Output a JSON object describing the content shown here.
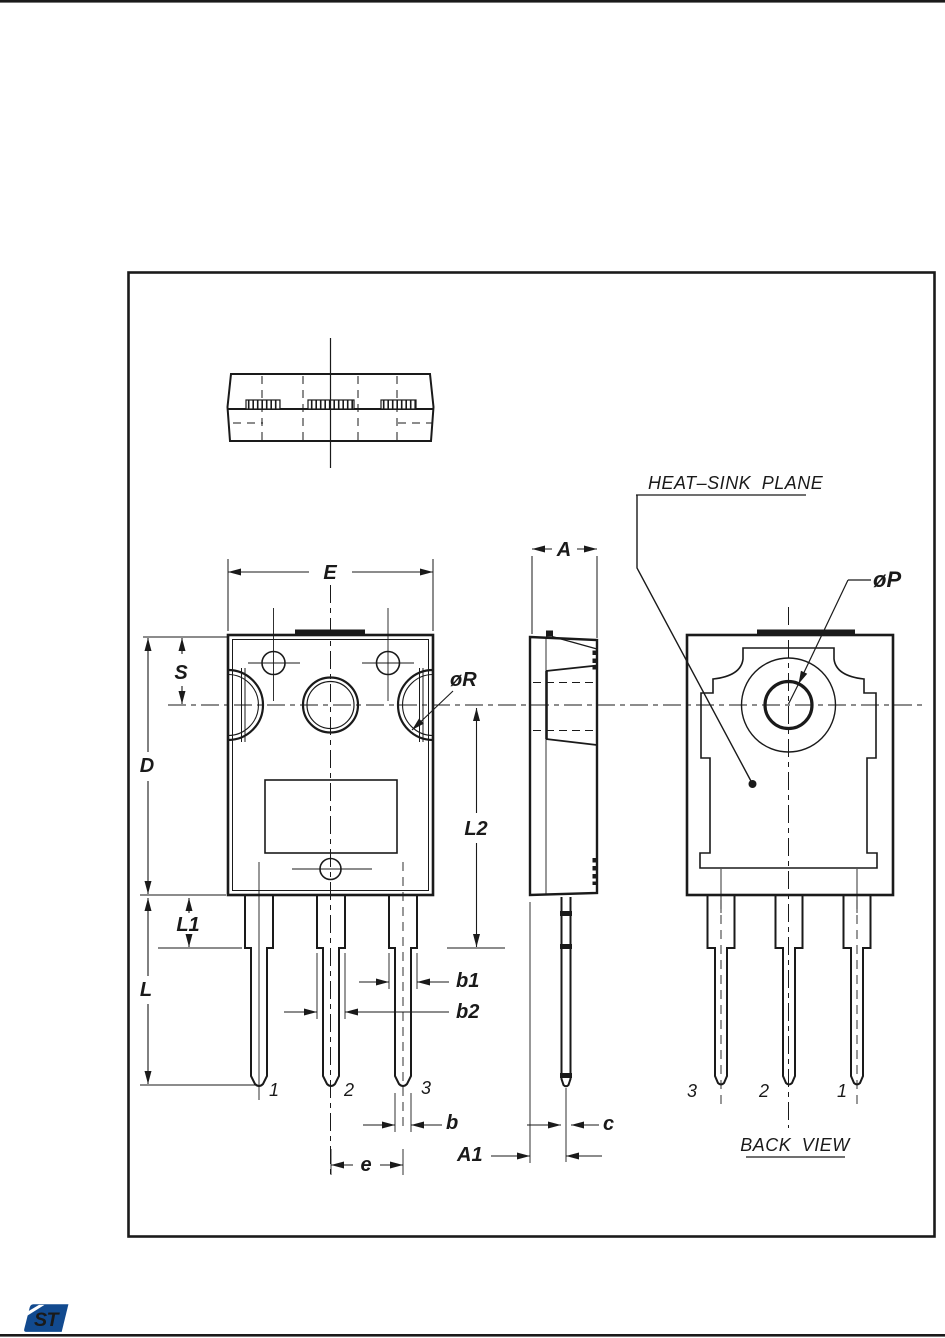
{
  "colors": {
    "ink": "#1a1a1a",
    "paper": "#ffffff",
    "logo_blue": "#124a8f"
  },
  "labels": {
    "E": "E",
    "S": "S",
    "D": "D",
    "L": "L",
    "L1": "L1",
    "L2": "L2",
    "A": "A",
    "A1": "A1",
    "b": "b",
    "b1": "b1",
    "b2": "b2",
    "c": "c",
    "e": "e",
    "dia_R": "øR",
    "dia_P": "øP"
  },
  "annotations": {
    "heat_sink_plane": "HEAT–SINK PLANE",
    "back_view": "BACK VIEW"
  },
  "pins": {
    "front": [
      "1",
      "2",
      "3"
    ],
    "back": [
      "3",
      "2",
      "1"
    ]
  },
  "logo": {
    "text": "ST"
  }
}
